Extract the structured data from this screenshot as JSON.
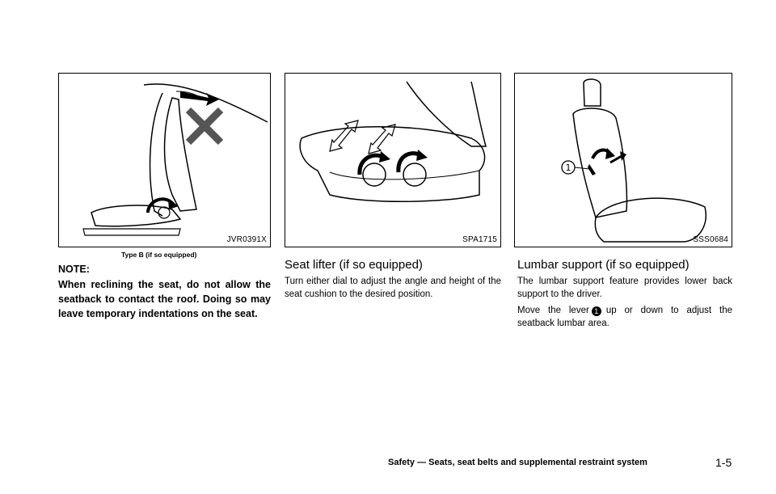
{
  "figures": [
    {
      "code": "JVR0391X",
      "caption": "Type B (if so equipped)"
    },
    {
      "code": "SPA1715"
    },
    {
      "code": "SSS0684",
      "callout": "1"
    }
  ],
  "note": {
    "heading": "NOTE:",
    "body": "When reclining the seat, do not allow the seatback to contact the roof. Doing so may leave temporary indentations on the seat."
  },
  "seat_lifter": {
    "title": "Seat lifter (if so equipped)",
    "body": "Turn either dial to adjust the angle and height of the seat cushion to the desired position."
  },
  "lumbar": {
    "title": "Lumbar support (if so equipped)",
    "body1": "The lumbar support feature provides lower back support to the driver.",
    "body2_pre": "Move the lever",
    "body2_post": "up or down to adjust the seatback lumbar area."
  },
  "footer": {
    "section": "Safety — Seats, seat belts and supplemental restraint system",
    "page": "1-5"
  }
}
